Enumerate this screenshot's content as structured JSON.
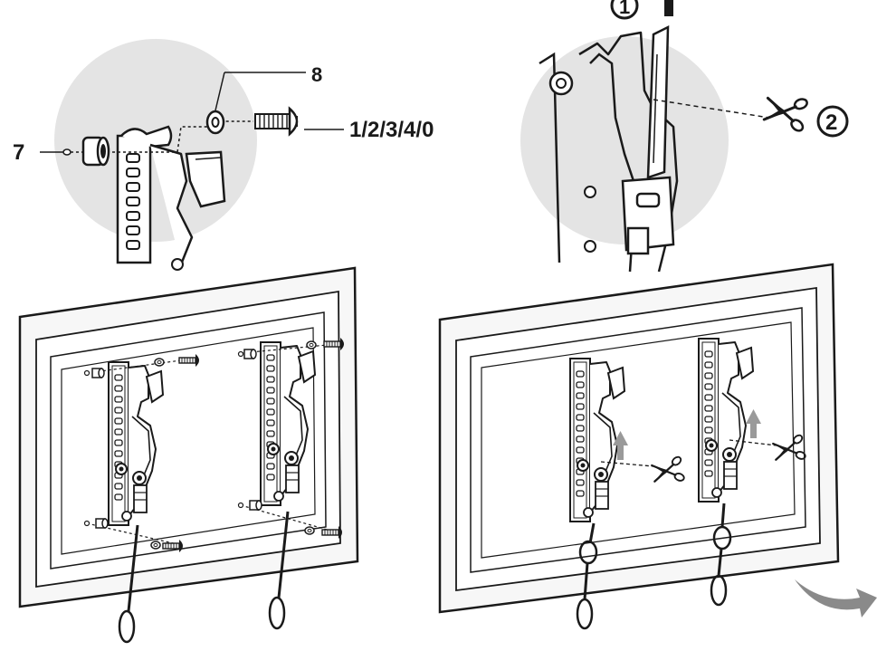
{
  "callouts": {
    "washer": "8",
    "screws": "1/2/3/4/0",
    "spacer": "7"
  },
  "steps": {
    "pull": "1",
    "cut": "2"
  },
  "icons": {
    "scissors": "scissors-icon",
    "direction_arrow": "curved-arrow-icon"
  },
  "colors": {
    "line": "#1a1a1a",
    "zoom_circle": "#e4e4e4",
    "tv_frame": "#f7f7f7",
    "arrow_gray": "#9a9a9a",
    "curved_arrow": "#8a8a8a"
  }
}
